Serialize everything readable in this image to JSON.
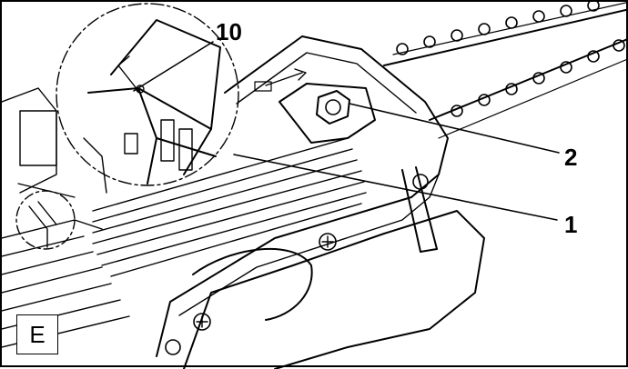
{
  "figure": {
    "label": "E"
  },
  "callouts": [
    {
      "id": "part-10",
      "text": "10"
    },
    {
      "id": "part-2",
      "text": "2"
    },
    {
      "id": "part-1",
      "text": "1"
    }
  ],
  "colors": {
    "line": "#000000",
    "background": "#ffffff"
  }
}
